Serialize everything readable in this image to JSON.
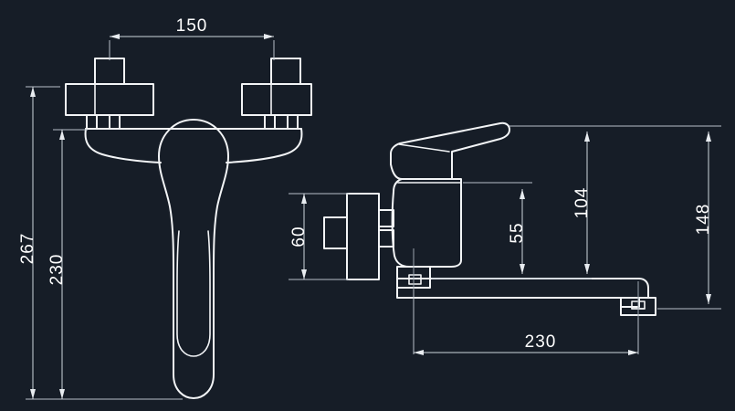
{
  "drawing": {
    "title": "Wall-mounted faucet / mixer tap dimensional drawing",
    "background_color": "#161d27",
    "line_color": "#f2f4f6",
    "dimension_color": "#ffffff",
    "units": "mm",
    "views": [
      {
        "name": "front-elevation",
        "label": ""
      },
      {
        "name": "side-elevation",
        "label": ""
      }
    ],
    "dimensions": {
      "front_width_centers": "150",
      "front_total_height": "267",
      "front_body_height": "230",
      "side_wall_plate_height": "60",
      "side_body_height": "55",
      "side_spout_to_lever_top": "104",
      "side_overall_height": "148",
      "side_spout_reach": "230"
    }
  }
}
